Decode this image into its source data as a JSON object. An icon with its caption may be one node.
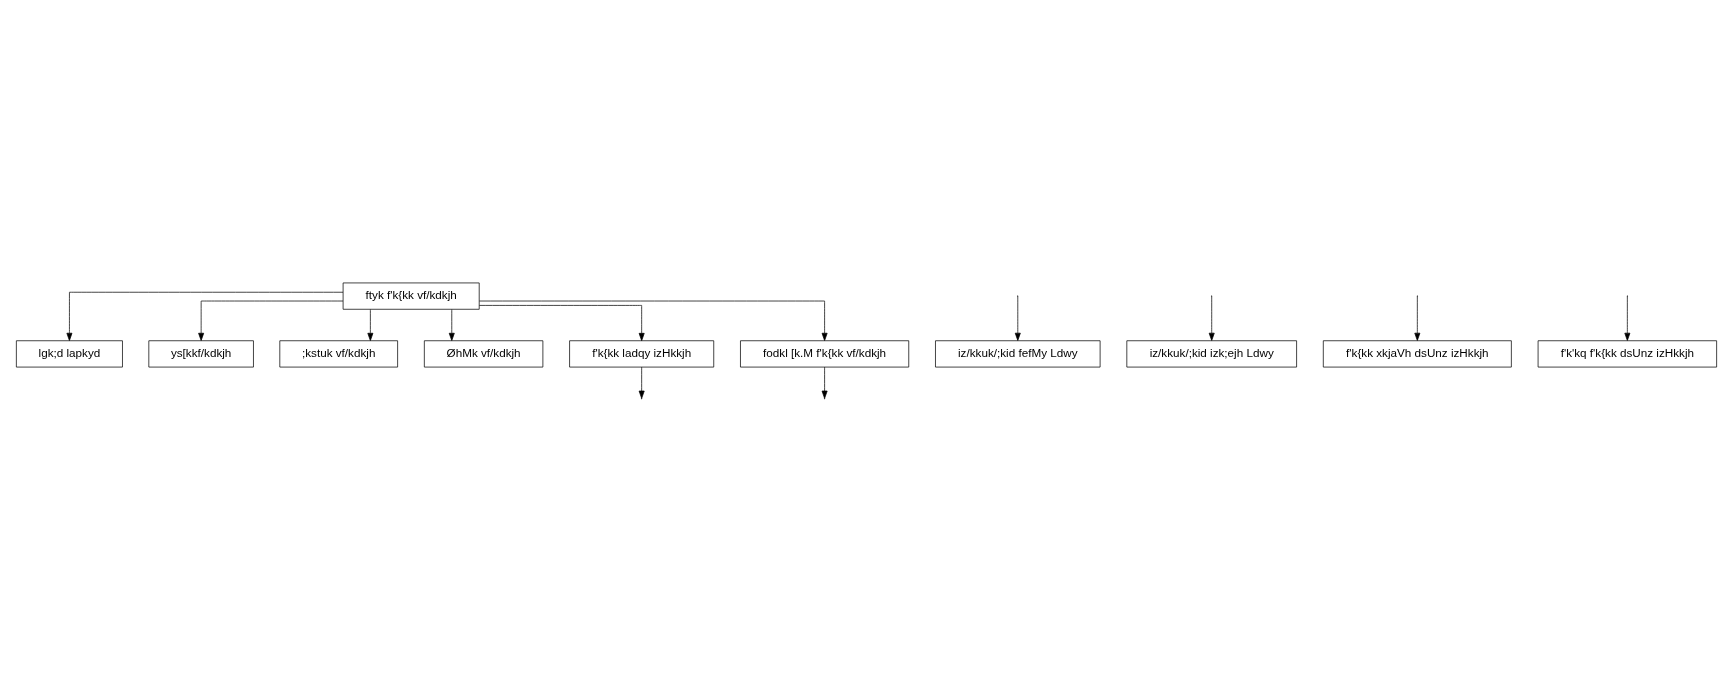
{
  "diagram": {
    "nodes": [
      {
        "text": [
          "ftyk f'k{kk vf/kdkjh"
        ]
      },
      {
        "text": [
          "lgk;d lapkyd"
        ]
      },
      {
        "text": [
          "ys[kkf/kdkjh"
        ]
      },
      {
        "text": [
          ";kstuk vf/kdkjh"
        ]
      },
      {
        "text": [
          "ØhMk vf/kdkjh"
        ]
      },
      {
        "text": [
          "f'k{kk ladqy izHkkjh"
        ]
      },
      {
        "text": [
          "fodkl [k.M f'k{kk vf/kdkjh"
        ]
      },
      {
        "text": [
          "iz/kkuk/;kid fefMy Ldwy"
        ]
      },
      {
        "text": [
          "iz/kkuk/;kid izk;ejh Ldwy"
        ]
      },
      {
        "text": [
          "f'k{kk xkjaVh dsUnz izHkkjh"
        ]
      },
      {
        "text": [
          "f'k'kq f'k{kk dsUnz izHkkjh"
        ]
      }
    ],
    "edges": [
      {
        "from": 0,
        "to": 1,
        "arrow": "to"
      },
      {
        "from": 0,
        "to": 5,
        "arrow": "to"
      },
      {
        "from": 0,
        "to": 2,
        "arrow": "to"
      },
      {
        "from": 0,
        "to": 3,
        "arrow": "to"
      },
      {
        "from": 0,
        "to": 6,
        "arrow": "to"
      },
      {
        "from": 0,
        "to": 4,
        "arrow": "to"
      },
      {
        "from": 5,
        "to": null,
        "arrow": "to"
      },
      {
        "from": 6,
        "to": null,
        "arrow": "to"
      },
      {
        "from": null,
        "to": 7,
        "arrow": "to"
      },
      {
        "from": null,
        "to": 8,
        "arrow": "to"
      },
      {
        "from": null,
        "to": 9,
        "arrow": "to"
      },
      {
        "from": null,
        "to": 10,
        "arrow": "to"
      }
    ]
  }
}
